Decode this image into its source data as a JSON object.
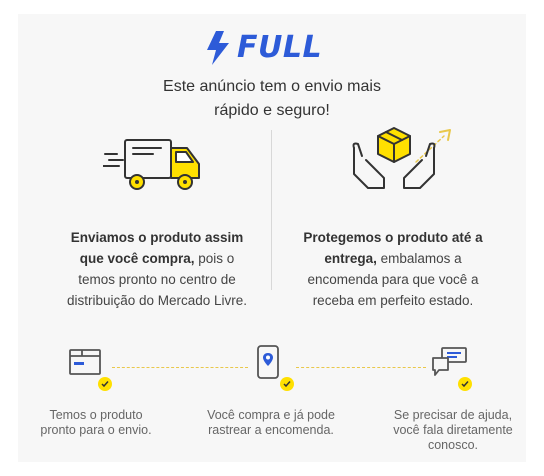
{
  "brand": {
    "logo_text": "FULL",
    "accent": "#2d5bd8",
    "highlight": "#ffe000"
  },
  "headline": {
    "line1": "Este anúncio tem o envio mais",
    "line2": "rápido e seguro!"
  },
  "benefits": [
    {
      "icon": "truck-icon",
      "bold1": "Enviamos o produto assim",
      "bold2": "que você compra,",
      "text2": " pois o",
      "line3": "temos pronto no centro de",
      "line4": "distribuição do Mercado Livre."
    },
    {
      "icon": "hands-box-icon",
      "bold1": "Protegemos o produto até a",
      "bold2": "entrega,",
      "text2": " embalamos a",
      "line3": "encomenda para que você a",
      "line4": "receba em perfeito estado."
    }
  ],
  "steps": [
    {
      "icon": "package-icon",
      "line1": "Temos o produto",
      "line2": "pronto para o envio."
    },
    {
      "icon": "phone-location-icon",
      "line1": "Você compra e já pode",
      "line2": "rastrear a encomenda."
    },
    {
      "icon": "chat-icon",
      "line1": "Se precisar de ajuda,",
      "line2": "você fala diretamente",
      "line3": "conosco."
    }
  ]
}
